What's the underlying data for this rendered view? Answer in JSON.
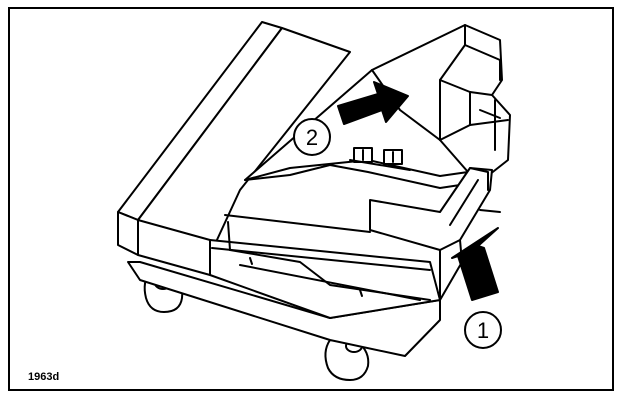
{
  "figure": {
    "reference": "1963d",
    "callouts": [
      {
        "number": "1"
      },
      {
        "number": "2"
      }
    ],
    "colors": {
      "line": "#000000",
      "background": "#ffffff"
    }
  }
}
